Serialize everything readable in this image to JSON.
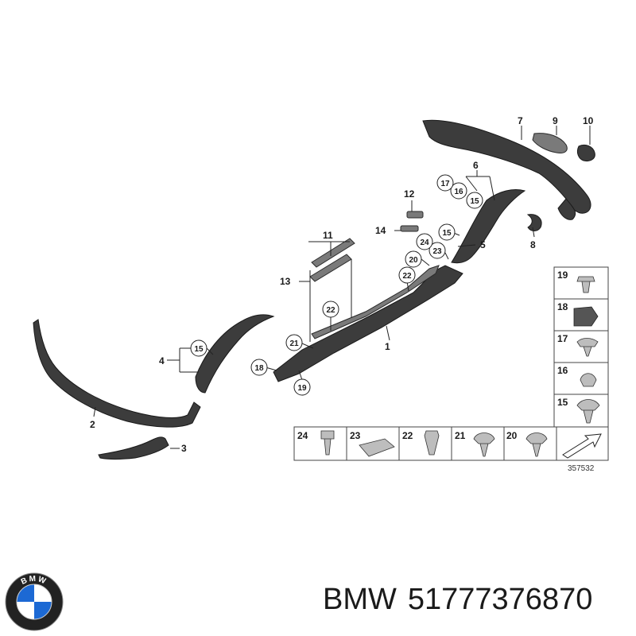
{
  "diagram": {
    "callouts": [
      "1",
      "2",
      "3",
      "4",
      "5",
      "6",
      "7",
      "8",
      "9",
      "10",
      "11",
      "12",
      "13",
      "14"
    ],
    "bubbles": [
      "15",
      "15",
      "15",
      "15",
      "16",
      "16",
      "17",
      "17",
      "18",
      "19",
      "20",
      "21",
      "22",
      "22",
      "23",
      "24"
    ],
    "legend_vertical": [
      "19",
      "18",
      "17",
      "16",
      "15"
    ],
    "legend_horizontal": [
      "24",
      "23",
      "22",
      "21",
      "20"
    ],
    "reference_number": "357532"
  },
  "footer": {
    "brand": "BMW",
    "part_number": "51777376870",
    "logo_letters": "BMW",
    "colors": {
      "logo_blue": "#1c69d4",
      "logo_ring": "#222222"
    }
  }
}
